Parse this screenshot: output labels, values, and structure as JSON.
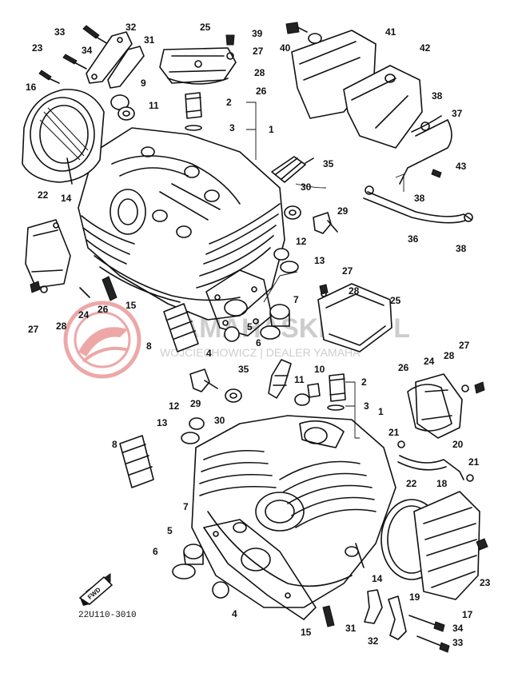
{
  "diagram": {
    "catalog_code": "22U110-3010",
    "watermark": {
      "main": "YAMAHASKLEP.PL",
      "sub": "WOJCIECHOWICZ | DEALER YAMAHA",
      "color": "#d94a4a"
    },
    "front_arrow_label": "FWD",
    "labels": [
      {
        "id": "l33a",
        "text": "33"
      },
      {
        "id": "l32a",
        "text": "32"
      },
      {
        "id": "l31a",
        "text": "31"
      },
      {
        "id": "l23a",
        "text": "23"
      },
      {
        "id": "l34a",
        "text": "34"
      },
      {
        "id": "l16",
        "text": "16"
      },
      {
        "id": "l9a",
        "text": "9"
      },
      {
        "id": "l11a",
        "text": "11"
      },
      {
        "id": "l25a",
        "text": "25"
      },
      {
        "id": "l27a",
        "text": "27"
      },
      {
        "id": "l28a",
        "text": "28"
      },
      {
        "id": "l26a",
        "text": "26"
      },
      {
        "id": "l2a",
        "text": "2"
      },
      {
        "id": "l3a",
        "text": "3"
      },
      {
        "id": "l1a",
        "text": "1"
      },
      {
        "id": "l39",
        "text": "39"
      },
      {
        "id": "l40",
        "text": "40"
      },
      {
        "id": "l41",
        "text": "41"
      },
      {
        "id": "l42",
        "text": "42"
      },
      {
        "id": "l38a",
        "text": "38"
      },
      {
        "id": "l37",
        "text": "37"
      },
      {
        "id": "l43",
        "text": "43"
      },
      {
        "id": "l38b",
        "text": "38"
      },
      {
        "id": "l36",
        "text": "36"
      },
      {
        "id": "l38c",
        "text": "38"
      },
      {
        "id": "l35a",
        "text": "35"
      },
      {
        "id": "l30a",
        "text": "30"
      },
      {
        "id": "l29a",
        "text": "29"
      },
      {
        "id": "l22a",
        "text": "22"
      },
      {
        "id": "l14a",
        "text": "14"
      },
      {
        "id": "l12a",
        "text": "12"
      },
      {
        "id": "l13a",
        "text": "13"
      },
      {
        "id": "l7a",
        "text": "7"
      },
      {
        "id": "l27b",
        "text": "27"
      },
      {
        "id": "l28b",
        "text": "28"
      },
      {
        "id": "l24a",
        "text": "24"
      },
      {
        "id": "l26b",
        "text": "26"
      },
      {
        "id": "l15a",
        "text": "15"
      },
      {
        "id": "l6a",
        "text": "6"
      },
      {
        "id": "l5a",
        "text": "5"
      },
      {
        "id": "l4a",
        "text": "4"
      },
      {
        "id": "l8a",
        "text": "8"
      },
      {
        "id": "l27c",
        "text": "27"
      },
      {
        "id": "l28c",
        "text": "28"
      },
      {
        "id": "l25b",
        "text": "25"
      },
      {
        "id": "l27d",
        "text": "27"
      },
      {
        "id": "l28d",
        "text": "28"
      },
      {
        "id": "l24b",
        "text": "24"
      },
      {
        "id": "l26c",
        "text": "26"
      },
      {
        "id": "l35b",
        "text": "35"
      },
      {
        "id": "l11b",
        "text": "11"
      },
      {
        "id": "l10",
        "text": "10"
      },
      {
        "id": "l2b",
        "text": "2"
      },
      {
        "id": "l3b",
        "text": "3"
      },
      {
        "id": "l1b",
        "text": "1"
      },
      {
        "id": "l29b",
        "text": "29"
      },
      {
        "id": "l12b",
        "text": "12"
      },
      {
        "id": "l30b",
        "text": "30"
      },
      {
        "id": "l13b",
        "text": "13"
      },
      {
        "id": "l21a",
        "text": "21"
      },
      {
        "id": "l20",
        "text": "20"
      },
      {
        "id": "l21b",
        "text": "21"
      },
      {
        "id": "l8b",
        "text": "8"
      },
      {
        "id": "l22b",
        "text": "22"
      },
      {
        "id": "l18",
        "text": "18"
      },
      {
        "id": "l7b",
        "text": "7"
      },
      {
        "id": "l5b",
        "text": "5"
      },
      {
        "id": "l6b",
        "text": "6"
      },
      {
        "id": "l23b",
        "text": "23"
      },
      {
        "id": "l14b",
        "text": "14"
      },
      {
        "id": "l19",
        "text": "19"
      },
      {
        "id": "l17",
        "text": "17"
      },
      {
        "id": "l4b",
        "text": "4"
      },
      {
        "id": "l15b",
        "text": "15"
      },
      {
        "id": "l31b",
        "text": "31"
      },
      {
        "id": "l34b",
        "text": "34"
      },
      {
        "id": "l32b",
        "text": "32"
      },
      {
        "id": "l33b",
        "text": "33"
      }
    ]
  }
}
